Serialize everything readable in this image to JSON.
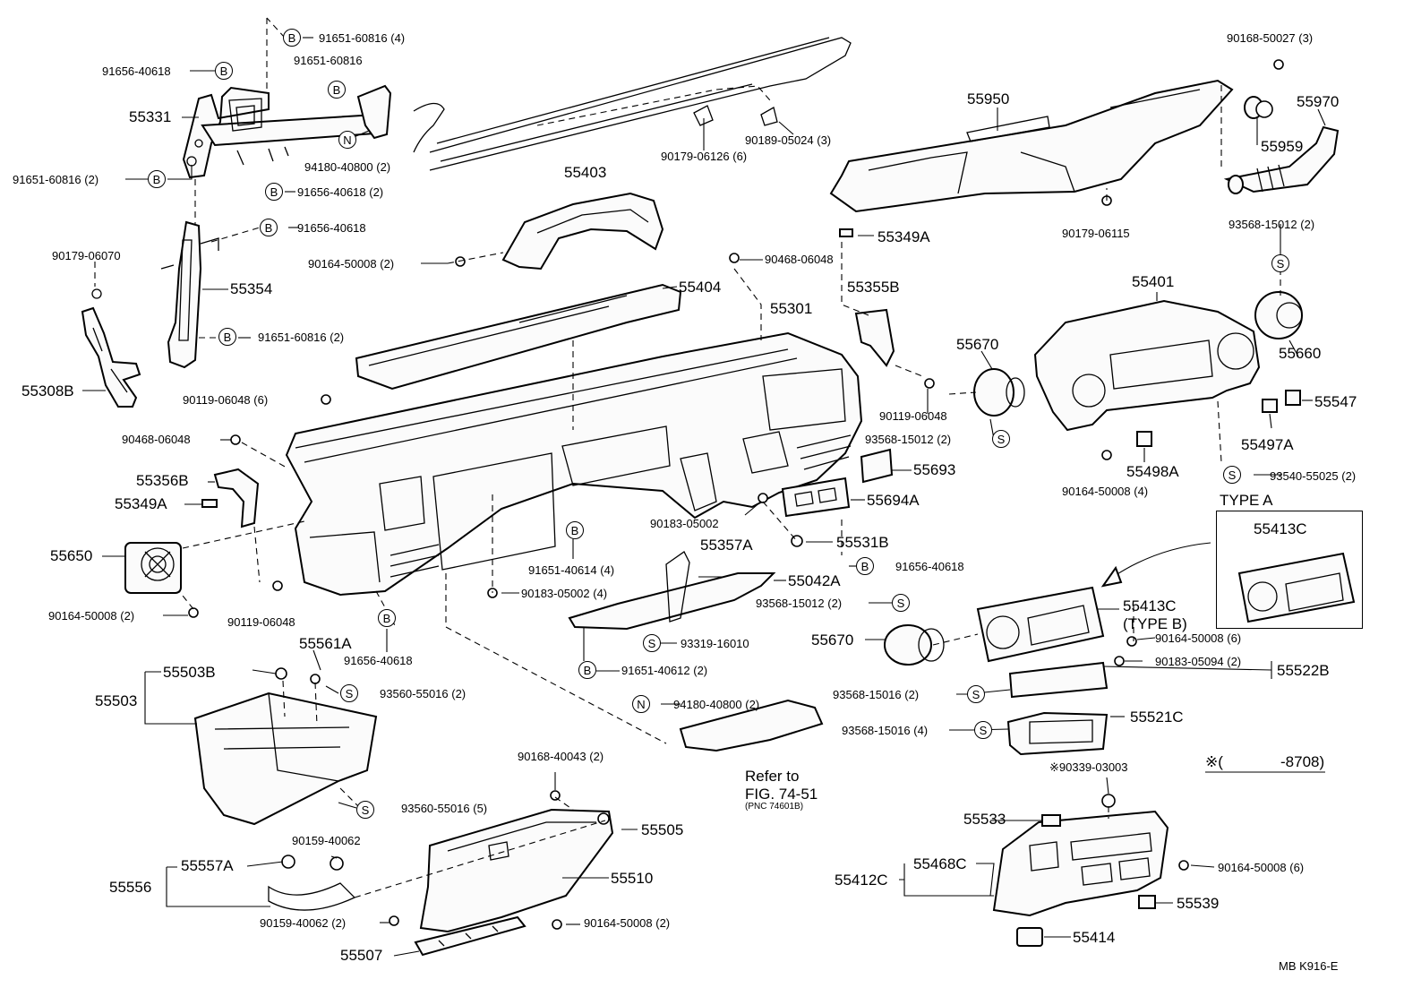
{
  "parts": {
    "p01": {
      "text": "91651-60816 (4)",
      "marker": "B"
    },
    "p02": {
      "text": "91656-40618",
      "marker": "B"
    },
    "p03": {
      "text": "91651-60816",
      "marker": "B"
    },
    "p04": {
      "text": "55331"
    },
    "p05": {
      "text": "94180-40800 (2)",
      "marker": "N"
    },
    "p06": {
      "text": "91651-60816 (2)",
      "marker": "B"
    },
    "p07": {
      "text": "91656-40618 (2)",
      "marker": "B"
    },
    "p08": {
      "text": "91656-40618",
      "marker": "B"
    },
    "p09": {
      "text": "90179-06070"
    },
    "p10": {
      "text": "55354"
    },
    "p11": {
      "text": "91651-60816 (2)",
      "marker": "B"
    },
    "p12": {
      "text": "55308B"
    },
    "p13": {
      "text": "90179-06126 (6)"
    },
    "p14": {
      "text": "90189-05024 (3)"
    },
    "p15": {
      "text": "55403"
    },
    "p16": {
      "text": "90164-50008 (2)"
    },
    "p17": {
      "text": "55404"
    },
    "p18": {
      "text": "90468-06048"
    },
    "p19": {
      "text": "55301"
    },
    "p20": {
      "text": "90119-06048 (6)"
    },
    "p21": {
      "text": "90468-06048"
    },
    "p22": {
      "text": "55356B"
    },
    "p23": {
      "text": "55349A"
    },
    "p24": {
      "text": "55650"
    },
    "p25": {
      "text": "90164-50008 (2)"
    },
    "p26": {
      "text": "90119-06048"
    },
    "p27": {
      "text": "91656-40618",
      "marker": "B"
    },
    "p28": {
      "text": "90168-50027 (3)"
    },
    "p29": {
      "text": "55950"
    },
    "p30": {
      "text": "55970"
    },
    "p31": {
      "text": "55959"
    },
    "p32": {
      "text": "90179-06115"
    },
    "p33": {
      "text": "55349A"
    },
    "p34": {
      "text": "93568-15012 (2)",
      "marker": "S"
    },
    "p35": {
      "text": "55355B"
    },
    "p36": {
      "text": "55401"
    },
    "p37": {
      "text": "55670"
    },
    "p38": {
      "text": "55660"
    },
    "p39": {
      "text": "90119-06048"
    },
    "p40": {
      "text": "55547"
    },
    "p41": {
      "text": "93568-15012 (2)",
      "marker": "S"
    },
    "p42": {
      "text": "55497A"
    },
    "p43": {
      "text": "55498A"
    },
    "p44": {
      "text": "90164-50008 (4)"
    },
    "p45": {
      "text": "93540-55025 (2)",
      "marker": "S"
    },
    "p46": {
      "text": "55693"
    },
    "p47": {
      "text": "55694A"
    },
    "p48": {
      "text": "90183-05002"
    },
    "p49": {
      "text": "55531B"
    },
    "p50": {
      "text": "91656-40618",
      "marker": "B"
    },
    "p51": {
      "text": "91651-40614 (4)",
      "marker": "B"
    },
    "p52": {
      "text": "55357A"
    },
    "p53": {
      "text": "55042A"
    },
    "p54": {
      "text": "90183-05002 (4)"
    },
    "p55": {
      "text": "93568-15012 (2)",
      "marker": "S"
    },
    "p56": {
      "text": "55670"
    },
    "p57": {
      "text": "93319-16010",
      "marker": "S"
    },
    "p58": {
      "text": "91651-40612 (2)",
      "marker": "B"
    },
    "p59": {
      "text": "55561A"
    },
    "p60": {
      "text": "55503B"
    },
    "p61": {
      "text": "55503"
    },
    "p62": {
      "text": "93560-55016 (2)",
      "marker": "S"
    },
    "p63": {
      "text": "93560-55016 (5)",
      "marker": "S"
    },
    "p64": {
      "text": "94180-40800 (2)",
      "marker": "N"
    },
    "p65": {
      "text": "55413C"
    },
    "p66": {
      "text": "(TYPE B)"
    },
    "p67": {
      "text": "90164-50008 (6)"
    },
    "p68": {
      "text": "90183-05094 (2)"
    },
    "p69": {
      "text": "55522B"
    },
    "p70": {
      "text": "93568-15016 (2)",
      "marker": "S"
    },
    "p71": {
      "text": "93568-15016 (4)",
      "marker": "S"
    },
    "p72": {
      "text": "55521C"
    },
    "p73": {
      "text": "90168-40043 (2)"
    },
    "p74": {
      "text": "55505"
    },
    "p75": {
      "text": "90159-40062"
    },
    "p76": {
      "text": "55557A"
    },
    "p77": {
      "text": "55556"
    },
    "p78": {
      "text": "55510"
    },
    "p79": {
      "text": "90159-40062 (2)"
    },
    "p80": {
      "text": "90164-50008 (2)"
    },
    "p81": {
      "text": "55507"
    },
    "p82": {
      "text": "※90339-03003"
    },
    "p83": {
      "text": "55533"
    },
    "p84": {
      "text": "55468C"
    },
    "p85": {
      "text": "55412C"
    },
    "p86": {
      "text": "90164-50008 (6)"
    },
    "p87": {
      "text": "55539"
    },
    "p88": {
      "text": "55414"
    }
  },
  "refer": {
    "line1": "Refer to",
    "line2": "FIG. 74-51",
    "line3": "(PNC 74601B)"
  },
  "type_a": {
    "title": "TYPE  A",
    "part": "55413C"
  },
  "date_note": {
    "mark": "※(",
    "code": "-8708)"
  },
  "figure_code": "MB  K916-E"
}
